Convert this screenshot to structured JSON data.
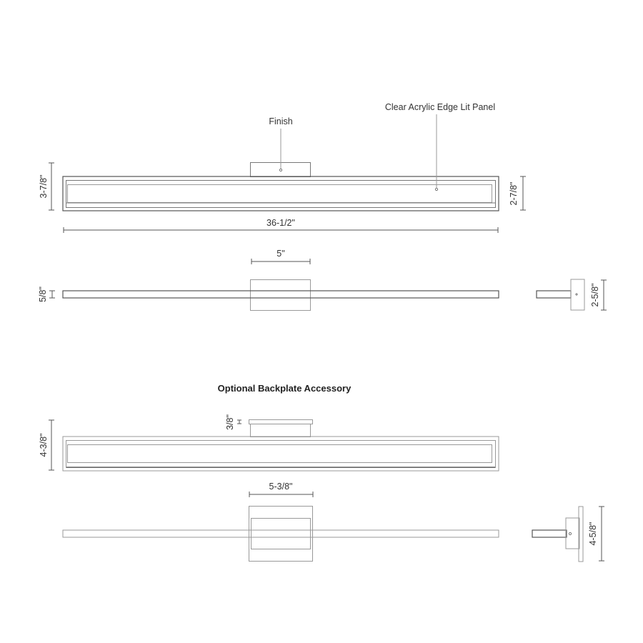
{
  "callouts": {
    "finish": "Finish",
    "panel": "Clear Acrylic Edge Lit Panel"
  },
  "standard": {
    "front": {
      "height": "3-7/8\"",
      "panel_height": "2-7/8\"",
      "width": "36-1/2\""
    },
    "top": {
      "canopy_width": "5\"",
      "depth": "5/8\""
    },
    "side": {
      "height": "2-5/8\""
    }
  },
  "backplate": {
    "title": "Optional Backplate Accessory",
    "front": {
      "height": "4-3/8\"",
      "plate_thickness": "3/8\""
    },
    "top": {
      "plate_width": "5-3/8\""
    },
    "side": {
      "height": "4-5/8\""
    }
  },
  "colors": {
    "line": "#555555",
    "text": "#333333",
    "background": "#ffffff"
  }
}
